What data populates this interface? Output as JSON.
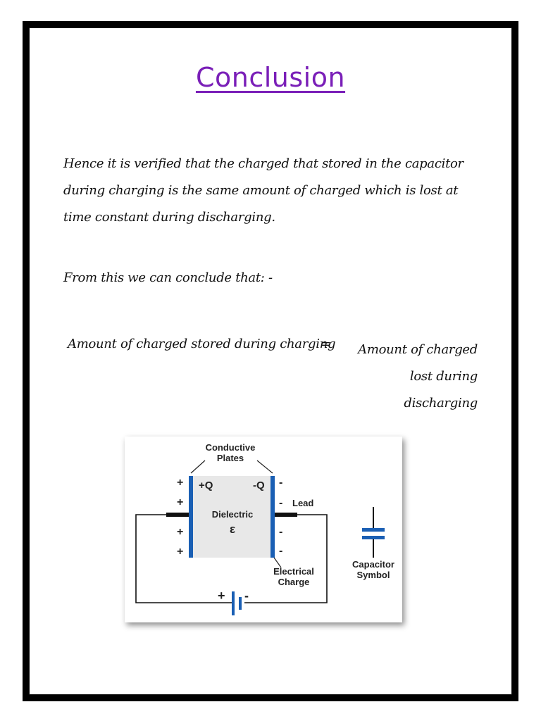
{
  "title": "Conclusion",
  "paragraph": "Hence it is verified that the charged that stored in the capacitor during charging is the same amount of charged which is lost at time constant during discharging.",
  "from_text": "From this we can conclude that: -",
  "equation": {
    "left": "Amount of charged stored during charging",
    "sign": "=",
    "right": "Amount of charged lost during discharging"
  },
  "diagram": {
    "conductive_plates": [
      "Conductive",
      "Plates"
    ],
    "plus_q": "+Q",
    "minus_q": "-Q",
    "dielectric": "Dielectric",
    "epsilon": "ε",
    "lead": "Lead",
    "electrical_charge": [
      "Electrical",
      "Charge"
    ],
    "capacitor_symbol": [
      "Capacitor",
      "Symbol"
    ],
    "plus": "+",
    "minus": "-"
  },
  "colors": {
    "title": "#7a1fb8",
    "plate": "#1a5fb4",
    "dielectric": "#e8e8e8"
  }
}
